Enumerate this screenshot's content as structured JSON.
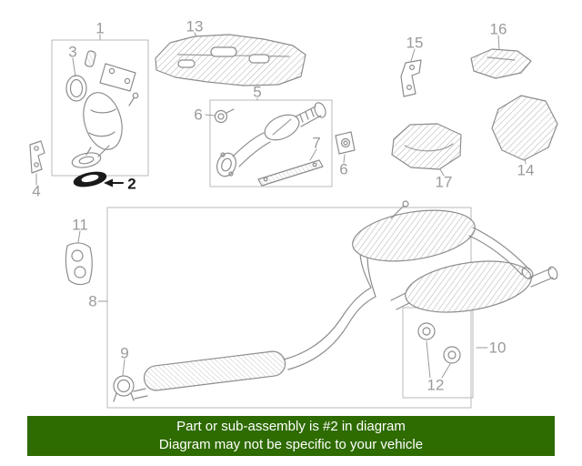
{
  "banner": {
    "line1": "Part or sub-assembly is #2 in diagram",
    "line2": "Diagram may not be specific to your vehicle",
    "bg_color": "#2e6b00",
    "text_color": "#ffffff"
  },
  "diagram": {
    "highlighted_part": "2",
    "line_color": "#8d8d8d",
    "box_color": "#b8b8b8",
    "label_color": "#9a9a9a",
    "highlight_color": "#1a1a1a",
    "callouts": [
      {
        "label": "1"
      },
      {
        "label": "2"
      },
      {
        "label": "3"
      },
      {
        "label": "4"
      },
      {
        "label": "5"
      },
      {
        "label": "6"
      },
      {
        "label": "6"
      },
      {
        "label": "7"
      },
      {
        "label": "8"
      },
      {
        "label": "9"
      },
      {
        "label": "10"
      },
      {
        "label": "11"
      },
      {
        "label": "12"
      },
      {
        "label": "13"
      },
      {
        "label": "14"
      },
      {
        "label": "15"
      },
      {
        "label": "16"
      },
      {
        "label": "17"
      }
    ]
  }
}
